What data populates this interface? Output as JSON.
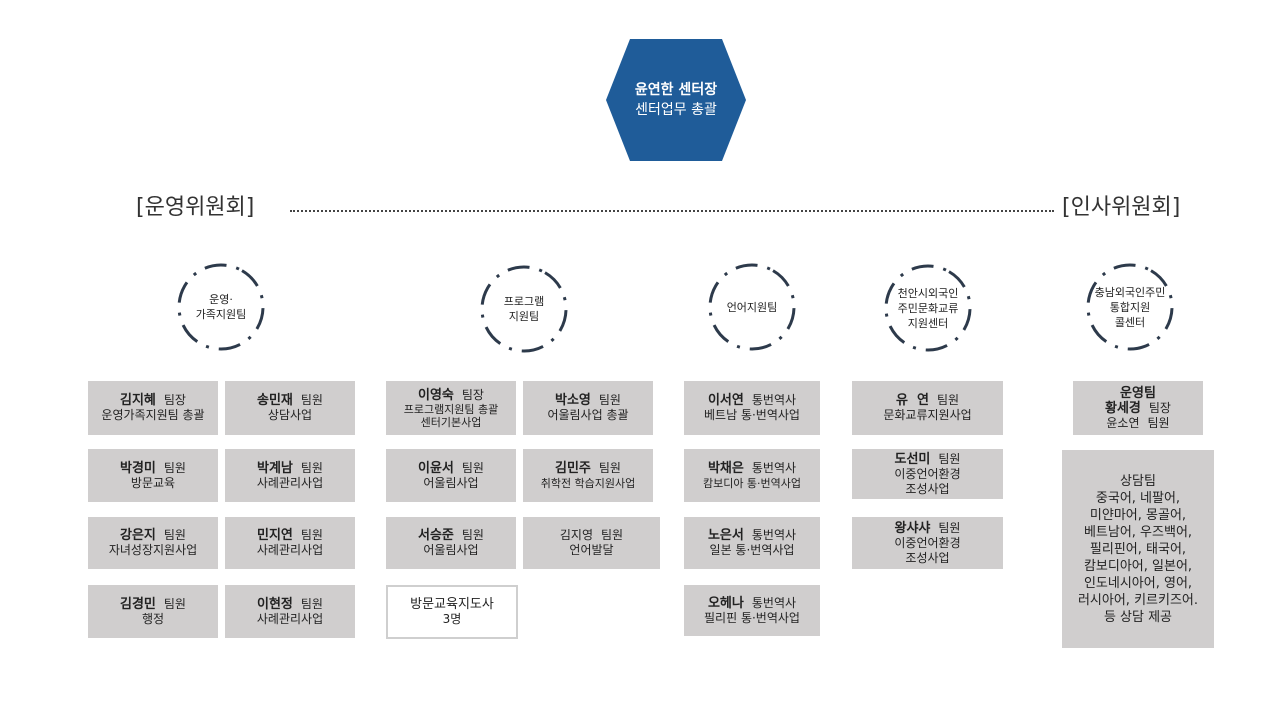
{
  "director": {
    "name": "윤연한 센터장",
    "role": "센터업무 총괄"
  },
  "committees": {
    "left": "[운영위원회]",
    "right": "[인사위원회]"
  },
  "colors": {
    "hexagon": "#1f5c99",
    "circle_dashes": "#2d3a4b",
    "box": "#d0cece"
  },
  "teams": [
    {
      "label": "운영·\n가족지원팀"
    },
    {
      "label": "프로그램\n지원팀"
    },
    {
      "label": "언어지원팀"
    },
    {
      "label": "천안시외국인\n주민문화교류\n지원센터"
    },
    {
      "label": "충남외국인주민\n통합지원\n콜센터"
    }
  ],
  "staff": {
    "kim_jihye": {
      "name": "김지혜",
      "rank": "팀장",
      "desc": "운영가족지원팀 총괄"
    },
    "song_minjae": {
      "name": "송민재",
      "rank": "팀원",
      "desc": "상담사업"
    },
    "park_gyeongmi": {
      "name": "박경미",
      "rank": "팀원",
      "desc": "방문교육"
    },
    "park_gyenam": {
      "name": "박계남",
      "rank": "팀원",
      "desc": "사례관리사업"
    },
    "kang_eunji": {
      "name": "강은지",
      "rank": "팀원",
      "desc": "자녀성장지원사업"
    },
    "min_jiyeon": {
      "name": "민지연",
      "rank": "팀원",
      "desc": "사례관리사업"
    },
    "kim_gyeongmin": {
      "name": "김경민",
      "rank": "팀원",
      "desc": "행정"
    },
    "lee_hyeonjeong": {
      "name": "이현정",
      "rank": "팀원",
      "desc": "사례관리사업"
    },
    "lee_yeongsuk": {
      "name": "이영숙",
      "rank": "팀장",
      "desc1": "프로그램지원팀 총괄",
      "desc2": "센터기본사업"
    },
    "park_soyeong": {
      "name": "박소영",
      "rank": "팀원",
      "desc": "어울림사업 총괄"
    },
    "lee_yunseo": {
      "name": "이윤서",
      "rank": "팀원",
      "desc": "어울림사업"
    },
    "kim_minju": {
      "name": "김민주",
      "rank": "팀원",
      "desc": "취학전 학습지원사업"
    },
    "seo_seungjun": {
      "name": "서승준",
      "rank": "팀원",
      "desc": "어울림사업"
    },
    "kim_jiyeong": {
      "name": "김지영",
      "rank": "팀원",
      "desc": "언어발달"
    },
    "visit_teachers": {
      "line1": "방문교육지도사",
      "line2": "3명"
    },
    "lee_seoyeon": {
      "name": "이서연",
      "rank": "통번역사",
      "desc": "베트남 통·번역사업"
    },
    "park_chaeeun": {
      "name": "박채은",
      "rank": "통번역사",
      "desc": "캄보디아 통·번역사업"
    },
    "no_eunseo": {
      "name": "노은서",
      "rank": "통번역사",
      "desc": "일본 통·번역사업"
    },
    "o_hyena": {
      "name": "오헤나",
      "rank": "통번역사",
      "desc": "필리핀 통·번역사업"
    },
    "yu_yeon": {
      "name": "유  연",
      "rank": "팀원",
      "desc": "문화교류지원사업"
    },
    "do_seonmi": {
      "name": "도선미",
      "rank": "팀원",
      "desc1": "이중언어환경",
      "desc2": "조성사업"
    },
    "wang_shasha": {
      "name": "왕샤샤",
      "rank": "팀원",
      "desc1": "이중언어환경",
      "desc2": "조성사업"
    },
    "hwang_segyeong": {
      "line1": "운영팀",
      "name": "황세경",
      "rank": "팀장",
      "line3_name": "윤소연",
      "line3_rank": "팀원"
    },
    "counsel_team": {
      "title": "상담팀",
      "langs": "중국어, 네팔어,\n미얀마어, 몽골어,\n베트남어, 우즈백어,\n필리핀어, 태국어,\n캄보디아어, 일본어,\n인도네시아어, 영어,\n러시아어, 키르키즈어.\n등 상담 제공"
    }
  }
}
